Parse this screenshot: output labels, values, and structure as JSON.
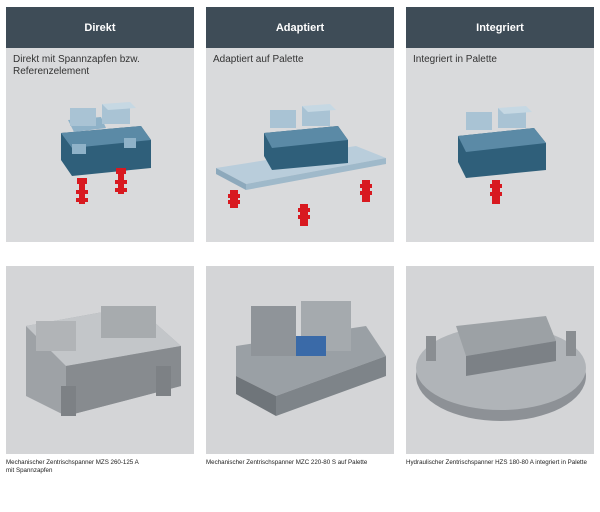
{
  "columns": [
    {
      "header": "Direkt",
      "description_line1": "Direkt mit Spannzapfen bzw.",
      "description_line2": "Referenzelement",
      "caption_line1": "Mechanischer Zentrischspanner MZS 260-125 A",
      "caption_line2": "mit Spannzapfen"
    },
    {
      "header": "Adaptiert",
      "description_line1": "Adaptiert auf Palette",
      "description_line2": "",
      "caption_line1": "Mechanischer Zentrischspanner MZC 220-80 S auf Palette",
      "caption_line2": ""
    },
    {
      "header": "Integriert",
      "description_line1": "Integriert in Palette",
      "description_line2": "",
      "caption_line1": "Hydraulischer Zentrischspanner HZS 180-80 A integriert in Palette",
      "caption_line2": ""
    }
  ],
  "colors": {
    "header_bg": "#3e4c57",
    "panel_bg": "#d9dadc",
    "vise_body": "#2f5f7a",
    "pin_red": "#d81920"
  }
}
